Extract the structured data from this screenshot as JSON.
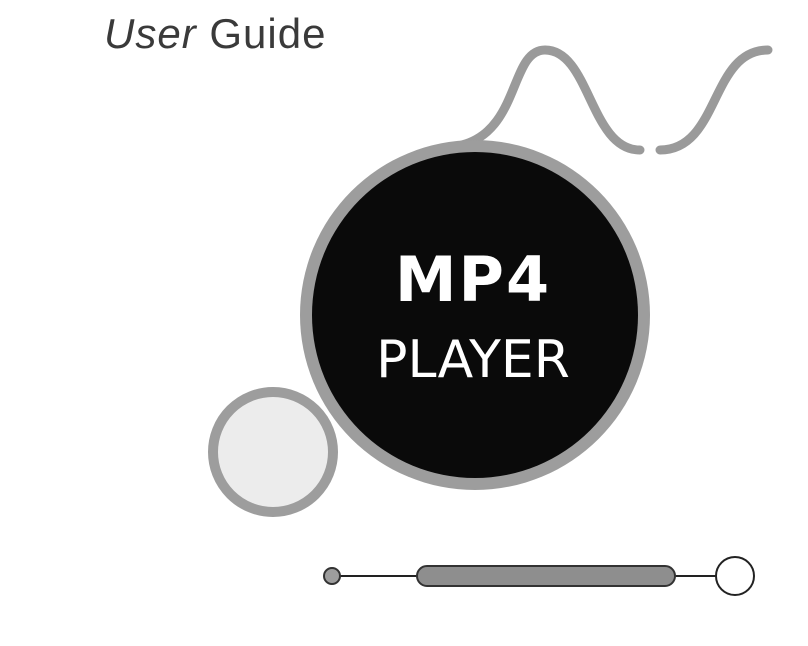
{
  "cover": {
    "title_italic": "User",
    "title_rest": " Guide",
    "product_line1": "MP4",
    "product_line2": "PLAYER"
  },
  "colors": {
    "disc_fill": "#0a0a0a",
    "disc_ring": "#9d9d9d",
    "small_disc_fill": "#ececec",
    "wave": "#9a9a9a",
    "slider_bar": "#8e8e8e",
    "text": "#3a3a3a"
  },
  "icons": {
    "wave": "wave-decoration-icon",
    "small_disc": "small-disc-icon",
    "slider": "slider-decoration-icon"
  }
}
